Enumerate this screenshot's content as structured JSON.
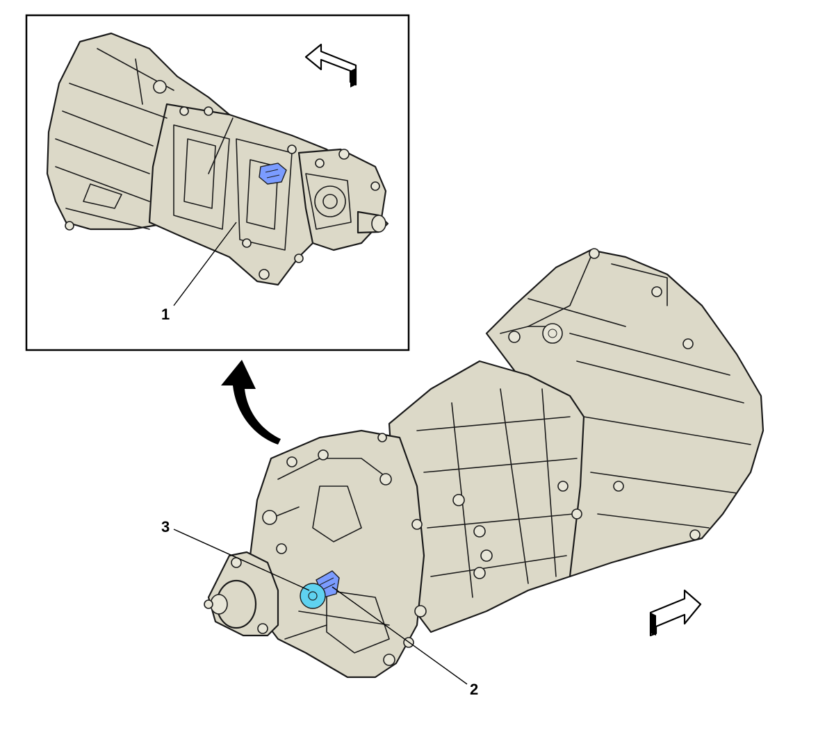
{
  "callouts": [
    {
      "id": "1",
      "label": "1"
    },
    {
      "id": "2",
      "label": "2"
    },
    {
      "id": "3",
      "label": "3"
    }
  ],
  "colors": {
    "housing": "#dcd9c8",
    "sensor_blue": "#7b9cff",
    "sensor_cyan": "#5fd2f0",
    "line": "#1a1a1a"
  },
  "icons": {
    "inset_direction": "front-direction-arrow-icon",
    "main_direction": "front-direction-arrow-icon",
    "rotate": "rotate-view-arrow-icon"
  }
}
